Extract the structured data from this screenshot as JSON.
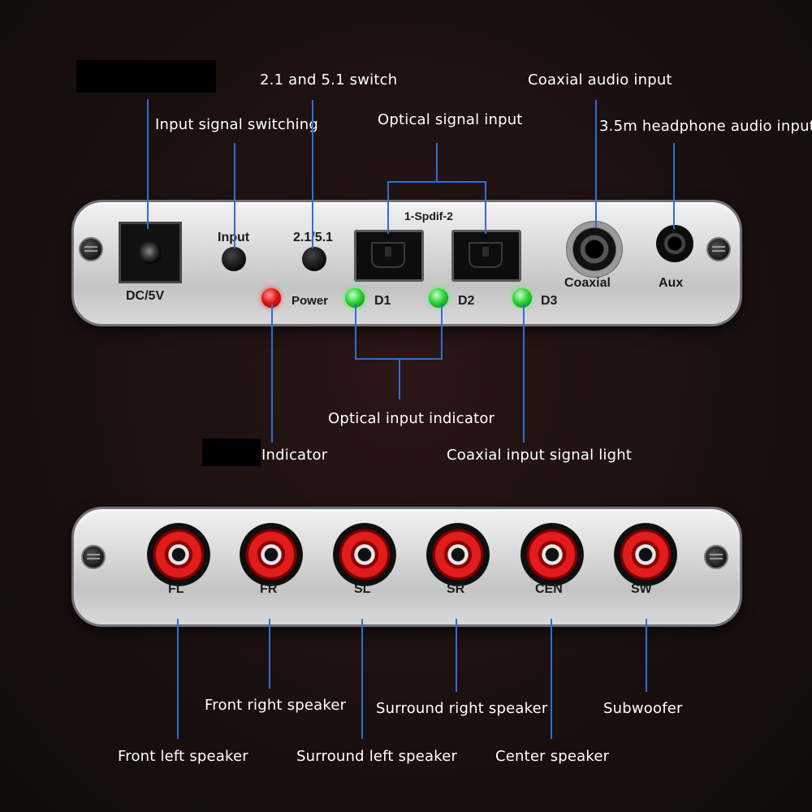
{
  "annotations": {
    "switch_21_51": "2.1 and 5.1 switch",
    "input_switching": "Input signal switching",
    "optical_input": "Optical signal input",
    "coaxial_audio_input": "Coaxial audio input",
    "headphone_input": "3.5m headphone audio input",
    "optical_indicator": "Optical input indicator",
    "indicator": "Indicator",
    "coaxial_light": "Coaxial input signal light",
    "front_right": "Front right speaker",
    "surround_right": "Surround right speaker",
    "subwoofer": "Subwoofer",
    "front_left": "Front left speaker",
    "surround_left": "Surround left speaker",
    "center": "Center speaker"
  },
  "top_panel": {
    "dc": "DC/5V",
    "input": "Input",
    "mode": "2.1/5.1",
    "spdif": "1-Spdif-2",
    "coaxial": "Coaxial",
    "aux": "Aux",
    "power": "Power",
    "d1": "D1",
    "d2": "D2",
    "d3": "D3"
  },
  "bottom_panel": {
    "outputs": [
      "FL",
      "FR",
      "SL",
      "SR",
      "CEN",
      "SW"
    ]
  },
  "colors": {
    "background": "#1b1010",
    "annotation_line": "#2f6fd0",
    "power_led": "#e01818",
    "signal_led": "#2fd33a",
    "rca_ring": "#e01c1c"
  }
}
